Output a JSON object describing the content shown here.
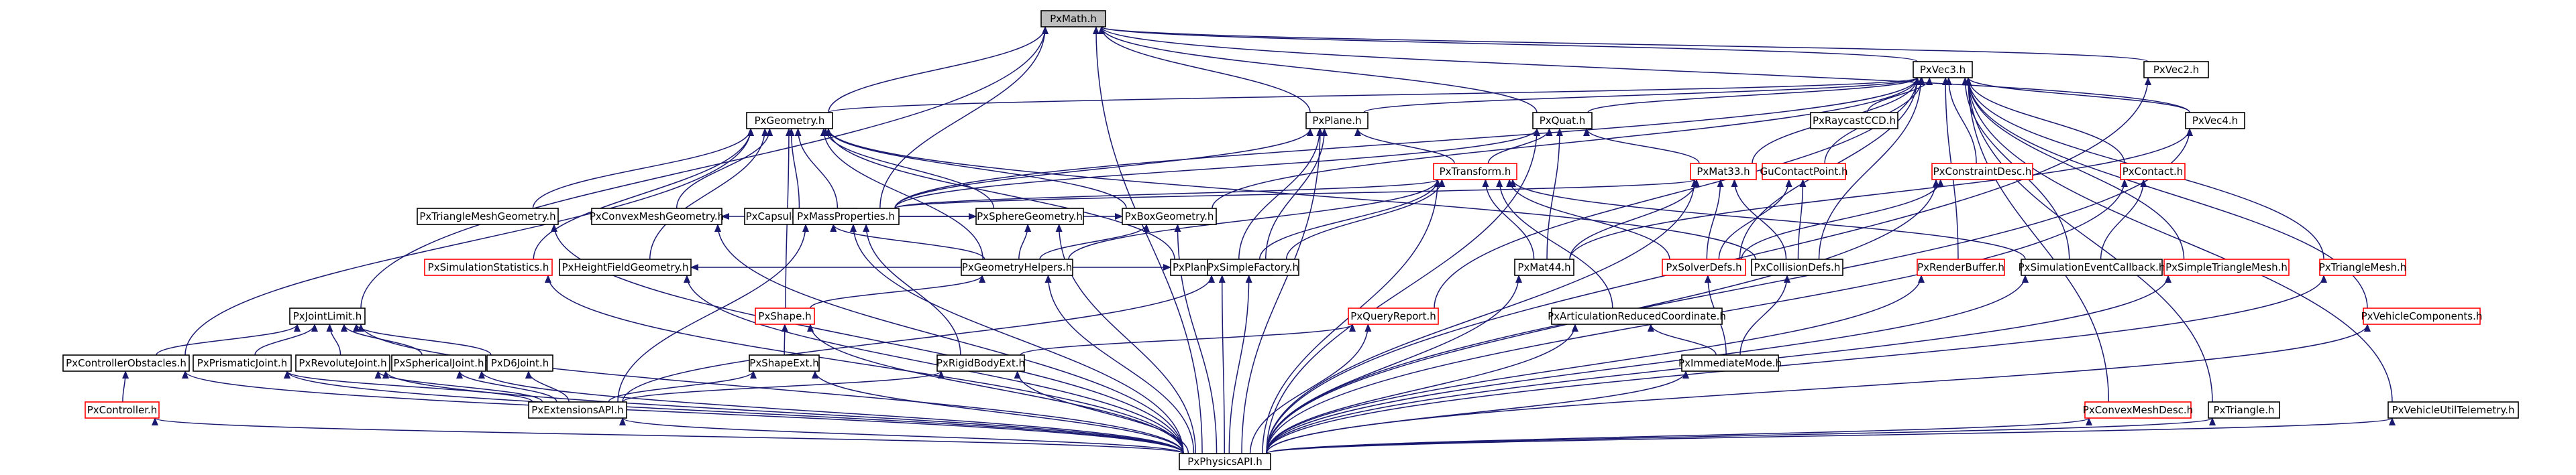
{
  "graph": {
    "nodes": [
      {
        "id": "PxMath",
        "label": "PxMath.h",
        "style": "root"
      },
      {
        "id": "PxVec3",
        "label": "PxVec3.h",
        "style": "normal"
      },
      {
        "id": "PxVec2",
        "label": "PxVec2.h",
        "style": "normal"
      },
      {
        "id": "PxGeometry",
        "label": "PxGeometry.h",
        "style": "normal"
      },
      {
        "id": "PxPlane",
        "label": "PxPlane.h",
        "style": "normal"
      },
      {
        "id": "PxQuat",
        "label": "PxQuat.h",
        "style": "normal"
      },
      {
        "id": "PxRaycastCCD",
        "label": "PxRaycastCCD.h",
        "style": "normal"
      },
      {
        "id": "PxVec4",
        "label": "PxVec4.h",
        "style": "normal"
      },
      {
        "id": "PxTriangleMeshGeometry",
        "label": "PxTriangleMeshGeometry.h",
        "style": "normal"
      },
      {
        "id": "PxConvexMeshGeometry",
        "label": "PxConvexMeshGeometry.h",
        "style": "normal"
      },
      {
        "id": "PxCapsuleGeometry",
        "label": "PxCapsuleGeometry.h",
        "style": "normal"
      },
      {
        "id": "PxSphereGeometry",
        "label": "PxSphereGeometry.h",
        "style": "normal"
      },
      {
        "id": "PxBoxGeometry",
        "label": "PxBoxGeometry.h",
        "style": "normal"
      },
      {
        "id": "PxTransform",
        "label": "PxTransform.h",
        "style": "red"
      },
      {
        "id": "PxMat33",
        "label": "PxMat33.h",
        "style": "red"
      },
      {
        "id": "GuContactPoint",
        "label": "GuContactPoint.h",
        "style": "red"
      },
      {
        "id": "PxConstraintDesc",
        "label": "PxConstraintDesc.h",
        "style": "red"
      },
      {
        "id": "PxContact",
        "label": "PxContact.h",
        "style": "red"
      },
      {
        "id": "PxHeightFieldGeometry",
        "label": "PxHeightFieldGeometry.h",
        "style": "normal"
      },
      {
        "id": "PxMassProperties",
        "label": "PxMassProperties.h",
        "style": "normal"
      },
      {
        "id": "PxPlaneGeometry",
        "label": "PxPlaneGeometry.h",
        "style": "normal"
      },
      {
        "id": "PxMat44",
        "label": "PxMat44.h",
        "style": "normal"
      },
      {
        "id": "PxSolverDefs",
        "label": "PxSolverDefs.h",
        "style": "red"
      },
      {
        "id": "PxCollisionDefs",
        "label": "PxCollisionDefs.h",
        "style": "normal"
      },
      {
        "id": "PxRenderBuffer",
        "label": "PxRenderBuffer.h",
        "style": "red"
      },
      {
        "id": "PxSimulationEventCallback",
        "label": "PxSimulationEventCallback.h",
        "style": "normal"
      },
      {
        "id": "PxSimulationStatistics",
        "label": "PxSimulationStatistics.h",
        "style": "red"
      },
      {
        "id": "PxGeometryHelpers",
        "label": "PxGeometryHelpers.h",
        "style": "normal"
      },
      {
        "id": "PxSimpleFactory",
        "label": "PxSimpleFactory.h",
        "style": "normal"
      },
      {
        "id": "PxArticulationReducedCoordinate",
        "label": "PxArticulationReducedCoordinate.h",
        "style": "normal"
      },
      {
        "id": "PxSimpleTriangleMesh",
        "label": "PxSimpleTriangleMesh.h",
        "style": "red"
      },
      {
        "id": "PxTriangleMesh",
        "label": "PxTriangleMesh.h",
        "style": "red"
      },
      {
        "id": "PxJointLimit",
        "label": "PxJointLimit.h",
        "style": "normal"
      },
      {
        "id": "PxShape",
        "label": "PxShape.h",
        "style": "red"
      },
      {
        "id": "PxQueryReport",
        "label": "PxQueryReport.h",
        "style": "red"
      },
      {
        "id": "PxImmediateMode",
        "label": "PxImmediateMode.h",
        "style": "normal"
      },
      {
        "id": "PxVehicleComponents",
        "label": "PxVehicleComponents.h",
        "style": "red"
      },
      {
        "id": "PxControllerObstacles",
        "label": "PxControllerObstacles.h",
        "style": "normal"
      },
      {
        "id": "PxPrismaticJoint",
        "label": "PxPrismaticJoint.h",
        "style": "normal"
      },
      {
        "id": "PxRevoluteJoint",
        "label": "PxRevoluteJoint.h",
        "style": "normal"
      },
      {
        "id": "PxSphericalJoint",
        "label": "PxSphericalJoint.h",
        "style": "normal"
      },
      {
        "id": "PxD6Joint",
        "label": "PxD6Joint.h",
        "style": "normal"
      },
      {
        "id": "PxShapeExt",
        "label": "PxShapeExt.h",
        "style": "normal"
      },
      {
        "id": "PxRigidBodyExt",
        "label": "PxRigidBodyExt.h",
        "style": "normal"
      },
      {
        "id": "PxController",
        "label": "PxController.h",
        "style": "red"
      },
      {
        "id": "PxExtensionsAPI",
        "label": "PxExtensionsAPI.h",
        "style": "normal"
      },
      {
        "id": "PxConvexMeshDesc",
        "label": "PxConvexMeshDesc.h",
        "style": "red"
      },
      {
        "id": "PxTriangle",
        "label": "PxTriangle.h",
        "style": "normal"
      },
      {
        "id": "PxVehicleUtilTelemetry",
        "label": "PxVehicleUtilTelemetry.h",
        "style": "normal"
      },
      {
        "id": "PxPhysicsAPI",
        "label": "PxPhysicsAPI.h",
        "style": "normal"
      }
    ],
    "edges": [
      [
        "PxVec3",
        "PxMath"
      ],
      [
        "PxVec2",
        "PxMath"
      ],
      [
        "PxGeometry",
        "PxMath"
      ],
      [
        "PxPlane",
        "PxMath"
      ],
      [
        "PxQuat",
        "PxMath"
      ],
      [
        "PxVec4",
        "PxMath"
      ],
      [
        "PxMassProperties",
        "PxMath"
      ],
      [
        "PxJointLimit",
        "PxMath"
      ],
      [
        "PxPhysicsAPI",
        "PxMath"
      ],
      [
        "PxPlane",
        "PxVec3"
      ],
      [
        "PxQuat",
        "PxVec3"
      ],
      [
        "PxRaycastCCD",
        "PxVec3"
      ],
      [
        "PxVec4",
        "PxVec3"
      ],
      [
        "PxGeometry",
        "PxVec3"
      ],
      [
        "PxBoxGeometry",
        "PxVec3"
      ],
      [
        "PxMat33",
        "PxVec3"
      ],
      [
        "GuContactPoint",
        "PxVec3"
      ],
      [
        "PxConstraintDesc",
        "PxVec3"
      ],
      [
        "PxContact",
        "PxVec3"
      ],
      [
        "PxSolverDefs",
        "PxVec3"
      ],
      [
        "PxCollisionDefs",
        "PxVec3"
      ],
      [
        "PxSimulationEventCallback",
        "PxVec3"
      ],
      [
        "PxRenderBuffer",
        "PxVec3"
      ],
      [
        "PxQueryReport",
        "PxVec3"
      ],
      [
        "PxSimpleTriangleMesh",
        "PxVec3"
      ],
      [
        "PxTriangleMesh",
        "PxVec3"
      ],
      [
        "PxVehicleComponents",
        "PxVec3"
      ],
      [
        "PxConvexMeshDesc",
        "PxVec3"
      ],
      [
        "PxTriangle",
        "PxVec3"
      ],
      [
        "PxVehicleUtilTelemetry",
        "PxVec3"
      ],
      [
        "PxMassProperties",
        "PxVec3"
      ],
      [
        "PxPhysicsAPI",
        "PxVec2"
      ],
      [
        "PxTriangleMeshGeometry",
        "PxGeometry"
      ],
      [
        "PxConvexMeshGeometry",
        "PxGeometry"
      ],
      [
        "PxCapsuleGeometry",
        "PxGeometry"
      ],
      [
        "PxSphereGeometry",
        "PxGeometry"
      ],
      [
        "PxBoxGeometry",
        "PxGeometry"
      ],
      [
        "PxPlaneGeometry",
        "PxGeometry"
      ],
      [
        "PxHeightFieldGeometry",
        "PxGeometry"
      ],
      [
        "PxSimulationStatistics",
        "PxGeometry"
      ],
      [
        "PxMassProperties",
        "PxGeometry"
      ],
      [
        "PxGeometryHelpers",
        "PxGeometry"
      ],
      [
        "PxControllerObstacles",
        "PxGeometry"
      ],
      [
        "PxShape",
        "PxGeometry"
      ],
      [
        "PxCollisionDefs",
        "PxGeometry"
      ],
      [
        "PxTransform",
        "PxPlane"
      ],
      [
        "PxPlaneGeometry",
        "PxPlane"
      ],
      [
        "PxSimpleFactory",
        "PxPlane"
      ],
      [
        "PxPhysicsAPI",
        "PxPlane"
      ],
      [
        "PxMassProperties",
        "PxPlane"
      ],
      [
        "PxTransform",
        "PxQuat"
      ],
      [
        "PxMat33",
        "PxQuat"
      ],
      [
        "PxMat44",
        "PxQuat"
      ],
      [
        "PxPhysicsAPI",
        "PxQuat"
      ],
      [
        "PxMassProperties",
        "PxQuat"
      ],
      [
        "PxMat44",
        "PxVec4"
      ],
      [
        "PxPhysicsAPI",
        "PxVec4"
      ],
      [
        "PxMassProperties",
        "PxConvexMeshGeometry"
      ],
      [
        "PxMassProperties",
        "PxCapsuleGeometry"
      ],
      [
        "PxMassProperties",
        "PxSphereGeometry"
      ],
      [
        "PxMassProperties",
        "PxBoxGeometry"
      ],
      [
        "PxMassProperties",
        "PxTransform"
      ],
      [
        "PxMassProperties",
        "PxMat33"
      ],
      [
        "PxPhysicsAPI",
        "PxTriangleMeshGeometry"
      ],
      [
        "PxGeometryHelpers",
        "PxCapsuleGeometry"
      ],
      [
        "PxGeometryHelpers",
        "PxSphereGeometry"
      ],
      [
        "PxGeometryHelpers",
        "PxBoxGeometry"
      ],
      [
        "PxGeometryHelpers",
        "PxPlaneGeometry"
      ],
      [
        "PxGeometryHelpers",
        "PxHeightFieldGeometry"
      ],
      [
        "PxGeometryHelpers",
        "PxTransform"
      ],
      [
        "PxPhysicsAPI",
        "PxCapsuleGeometry"
      ],
      [
        "PxPhysicsAPI",
        "PxSphereGeometry"
      ],
      [
        "PxPhysicsAPI",
        "PxBoxGeometry"
      ],
      [
        "PxPhysicsAPI",
        "PxPlaneGeometry"
      ],
      [
        "PxPhysicsAPI",
        "PxHeightFieldGeometry"
      ],
      [
        "PxPhysicsAPI",
        "PxConvexMeshGeometry"
      ],
      [
        "PxMat44",
        "PxTransform"
      ],
      [
        "PxSolverDefs",
        "PxTransform"
      ],
      [
        "PxArticulationReducedCoordinate",
        "PxTransform"
      ],
      [
        "PxSimpleFactory",
        "PxTransform"
      ],
      [
        "PxPhysicsAPI",
        "PxTransform"
      ],
      [
        "PxPlaneGeometry",
        "PxTransform"
      ],
      [
        "PxSimulationEventCallback",
        "PxTransform"
      ],
      [
        "PxMat44",
        "PxMat33"
      ],
      [
        "PxSolverDefs",
        "PxMat33"
      ],
      [
        "PxCollisionDefs",
        "PxMat33"
      ],
      [
        "PxPhysicsAPI",
        "PxMat33"
      ],
      [
        "PxSolverDefs",
        "GuContactPoint"
      ],
      [
        "PxCollisionDefs",
        "GuContactPoint"
      ],
      [
        "PxSolverDefs",
        "PxConstraintDesc"
      ],
      [
        "PxPhysicsAPI",
        "PxConstraintDesc"
      ],
      [
        "PxSimulationEventCallback",
        "PxContact"
      ],
      [
        "PxPhysicsAPI",
        "PxContact"
      ],
      [
        "PxImmediateMode",
        "PxSolverDefs"
      ],
      [
        "PxImmediateMode",
        "PxCollisionDefs"
      ],
      [
        "PxImmediateMode",
        "PxArticulationReducedCoordinate"
      ],
      [
        "PxPhysicsAPI",
        "PxArticulationReducedCoordinate"
      ],
      [
        "PxPhysicsAPI",
        "PxMat44"
      ],
      [
        "PxPhysicsAPI",
        "PxRenderBuffer"
      ],
      [
        "PxPhysicsAPI",
        "PxSimulationEventCallback"
      ],
      [
        "PxPhysicsAPI",
        "PxSimpleTriangleMesh"
      ],
      [
        "PxPhysicsAPI",
        "PxTriangleMesh"
      ],
      [
        "PxPhysicsAPI",
        "PxVehicleComponents"
      ],
      [
        "PxPhysicsAPI",
        "PxSimulationStatistics"
      ],
      [
        "PxPhysicsAPI",
        "PxGeometryHelpers"
      ],
      [
        "PxPhysicsAPI",
        "PxSimpleFactory"
      ],
      [
        "PxExtensionsAPI",
        "PxSimpleFactory"
      ],
      [
        "PxShape",
        "PxGeometryHelpers"
      ],
      [
        "PxExtensionsAPI",
        "PxMassProperties"
      ],
      [
        "PxRigidBodyExt",
        "PxMassProperties"
      ],
      [
        "PxShapeExt",
        "PxShape"
      ],
      [
        "PxPhysicsAPI",
        "PxShape"
      ],
      [
        "PxRigidBodyExt",
        "PxQueryReport"
      ],
      [
        "PxPhysicsAPI",
        "PxQueryReport"
      ],
      [
        "PxControllerObstacles",
        "PxJointLimit"
      ],
      [
        "PxPrismaticJoint",
        "PxJointLimit"
      ],
      [
        "PxRevoluteJoint",
        "PxJointLimit"
      ],
      [
        "PxSphericalJoint",
        "PxJointLimit"
      ],
      [
        "PxD6Joint",
        "PxJointLimit"
      ],
      [
        "PxPhysicsAPI",
        "PxJointLimit"
      ],
      [
        "PxController",
        "PxControllerObstacles"
      ],
      [
        "PxPhysicsAPI",
        "PxControllerObstacles"
      ],
      [
        "PxExtensionsAPI",
        "PxPrismaticJoint"
      ],
      [
        "PxPhysicsAPI",
        "PxPrismaticJoint"
      ],
      [
        "PxExtensionsAPI",
        "PxRevoluteJoint"
      ],
      [
        "PxPhysicsAPI",
        "PxRevoluteJoint"
      ],
      [
        "PxExtensionsAPI",
        "PxSphericalJoint"
      ],
      [
        "PxPhysicsAPI",
        "PxSphericalJoint"
      ],
      [
        "PxExtensionsAPI",
        "PxD6Joint"
      ],
      [
        "PxExtensionsAPI",
        "PxShapeExt"
      ],
      [
        "PxPhysicsAPI",
        "PxShapeExt"
      ],
      [
        "PxExtensionsAPI",
        "PxRigidBodyExt"
      ],
      [
        "PxPhysicsAPI",
        "PxRigidBodyExt"
      ],
      [
        "PxPhysicsAPI",
        "PxController"
      ],
      [
        "PxPhysicsAPI",
        "PxExtensionsAPI"
      ],
      [
        "PxPhysicsAPI",
        "PxConvexMeshDesc"
      ],
      [
        "PxPhysicsAPI",
        "PxTriangle"
      ],
      [
        "PxPhysicsAPI",
        "PxVehicleUtilTelemetry"
      ],
      [
        "PxPhysicsAPI",
        "PxImmediateMode"
      ]
    ]
  }
}
